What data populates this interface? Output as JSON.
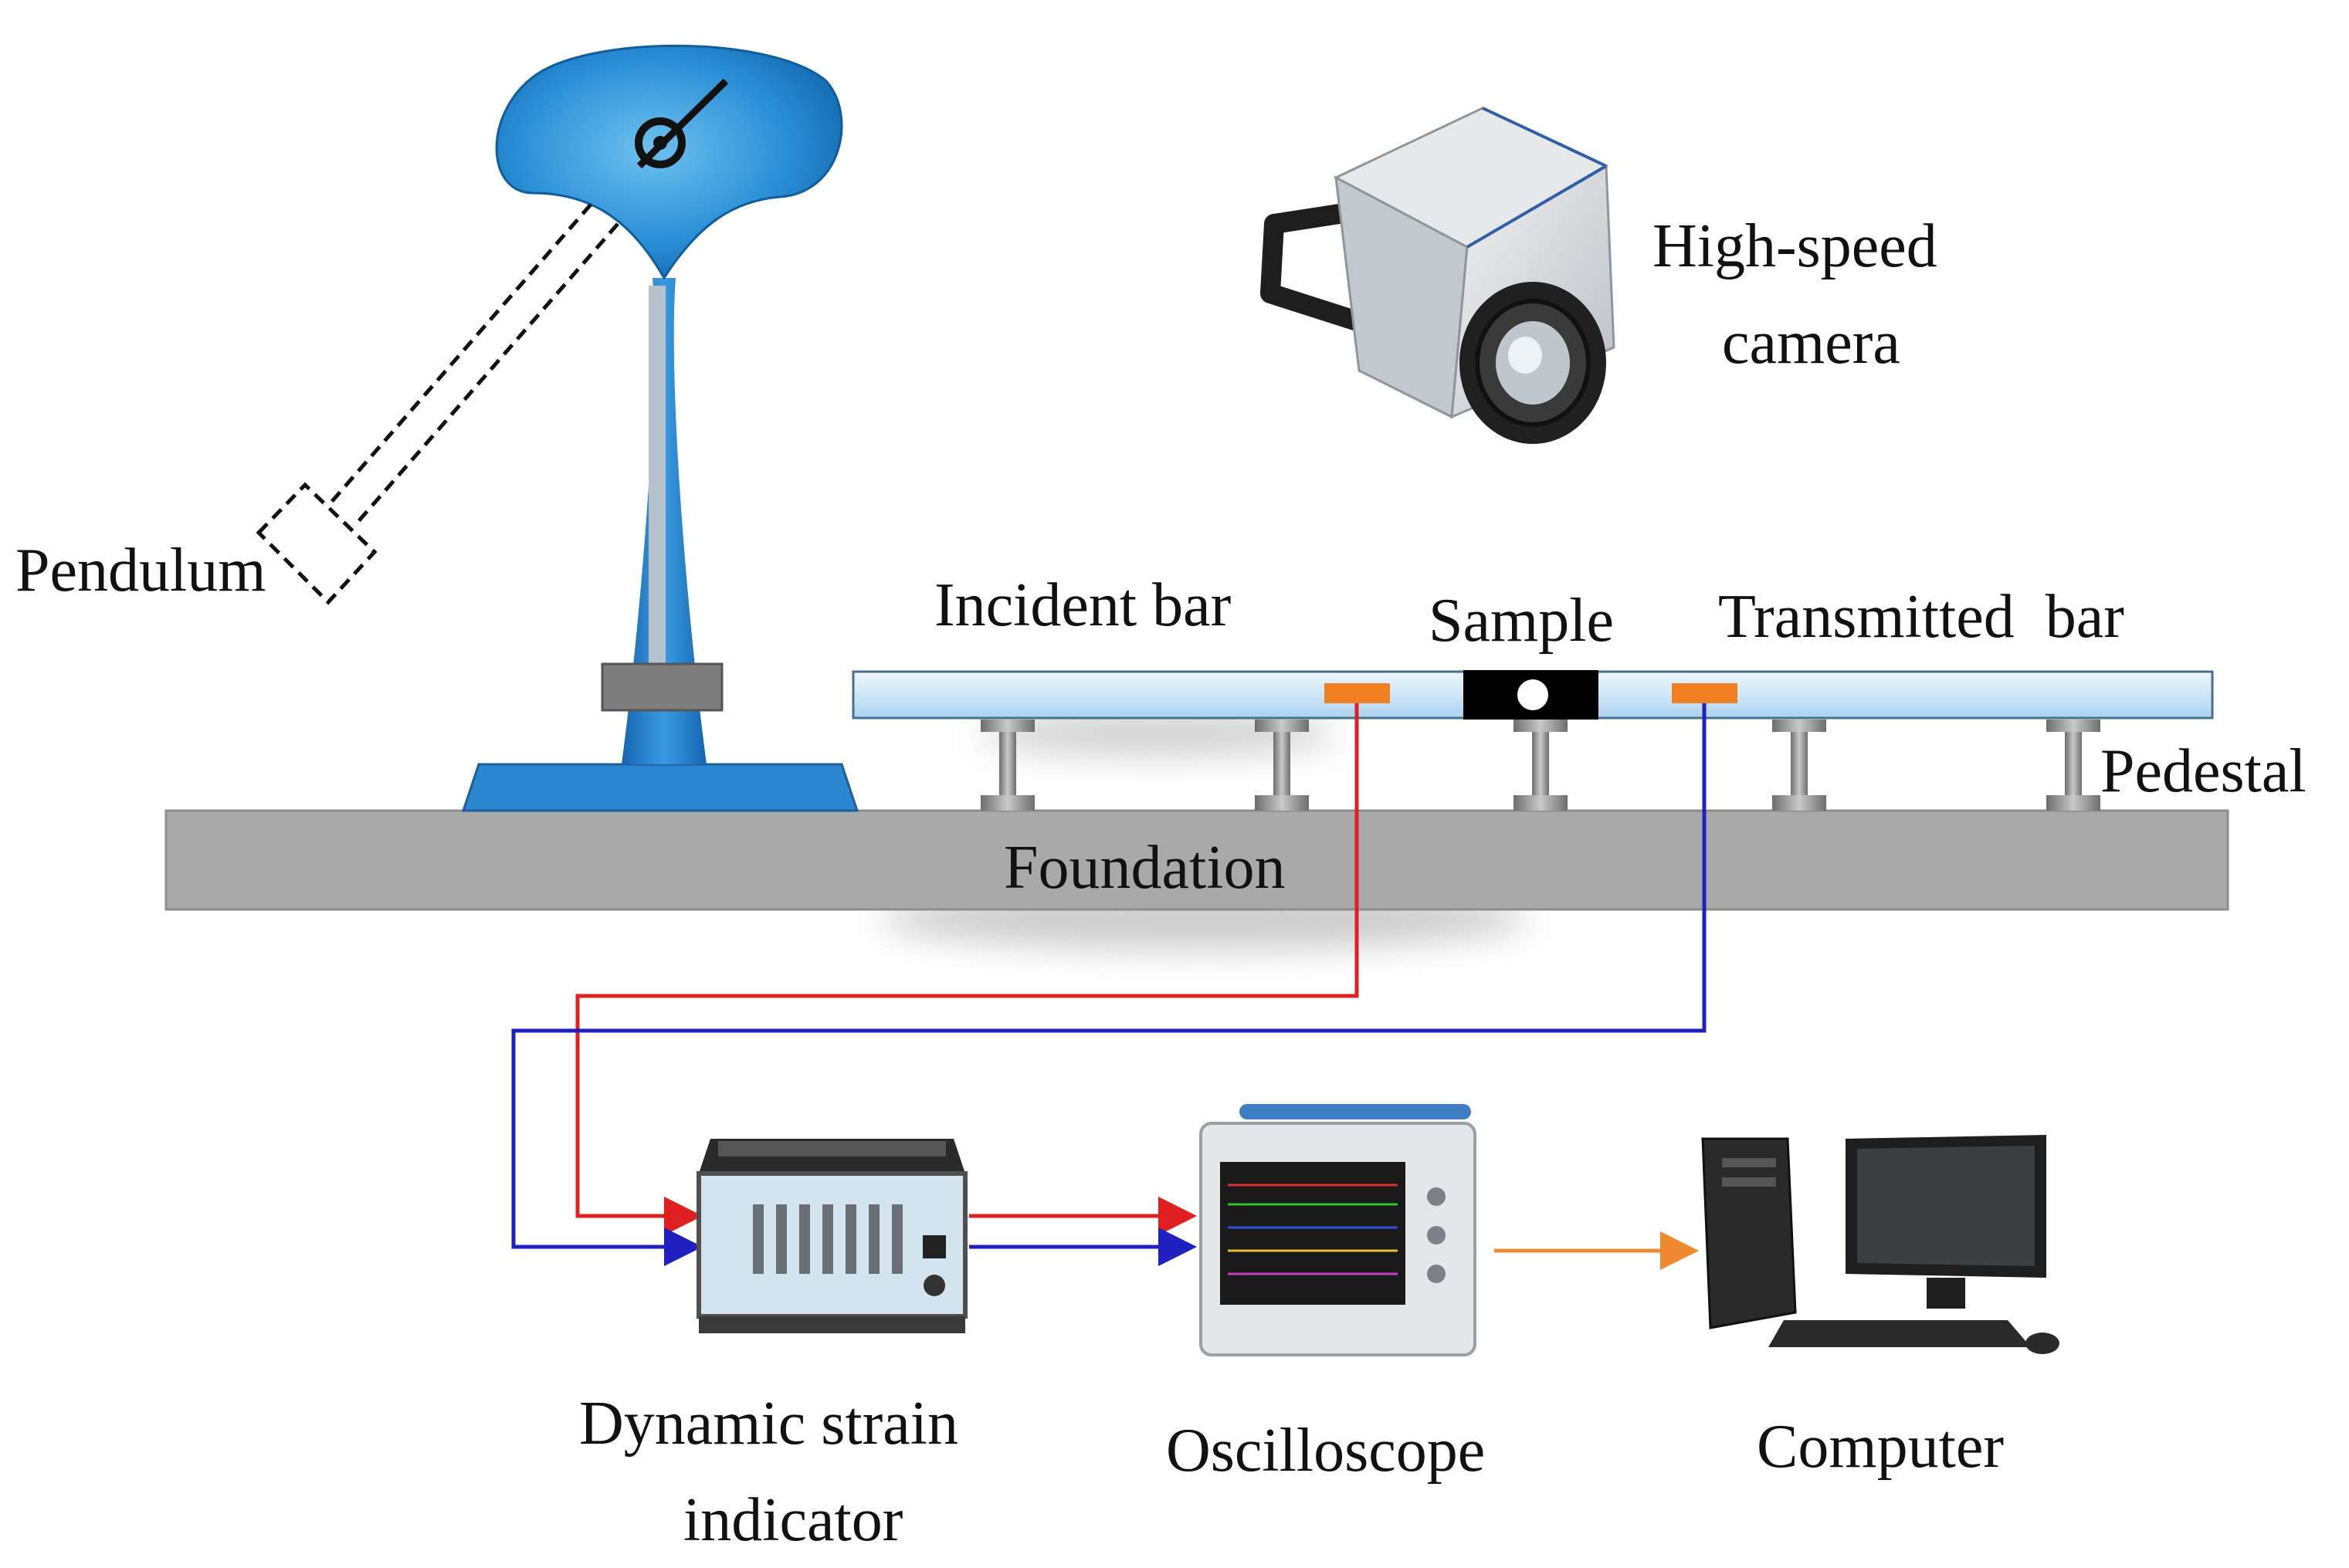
{
  "labels": {
    "pendulum": "Pendulum",
    "camera_line1": "High-speed",
    "camera_line2": "camera",
    "incident_bar": "Incident bar",
    "sample": "Sample",
    "transmitted_bar": "Transmitted  bar",
    "pedestal": "Pedestal",
    "foundation": "Foundation",
    "strain_line1": "Dynamic strain",
    "strain_line2": "indicator",
    "oscilloscope": "Oscilloscope",
    "computer": "Computer"
  },
  "colors": {
    "pendulum_blue": "#1f77c4",
    "bar_fill": "#d7ecf9",
    "foundation_gray": "#a9a9a9",
    "gauge_orange": "#f07f22",
    "signal_red": "#e02020",
    "signal_blue": "#2020c0",
    "data_orange": "#f08a30",
    "sample_black": "#000000"
  },
  "icons": {
    "pendulum": "pendulum-machine-icon",
    "camera": "high-speed-camera-icon",
    "strain_indicator": "strain-indicator-case-icon",
    "oscilloscope": "oscilloscope-icon",
    "computer": "desktop-computer-icon"
  }
}
